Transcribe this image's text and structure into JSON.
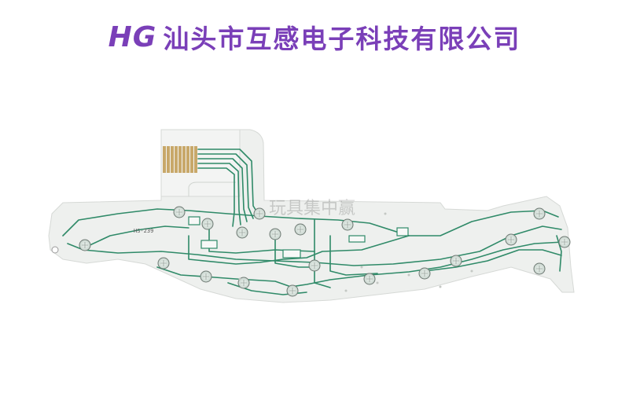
{
  "header": {
    "brand": "HG",
    "company": "汕头市互感电子科技有限公司"
  },
  "watermark": "玩具集中赢",
  "board": {
    "model_label": "HS-239",
    "trace_color": "#2f8a68",
    "substrate_color": "#eef0ee",
    "contact_count": 9,
    "switch_pad_count": 20
  }
}
